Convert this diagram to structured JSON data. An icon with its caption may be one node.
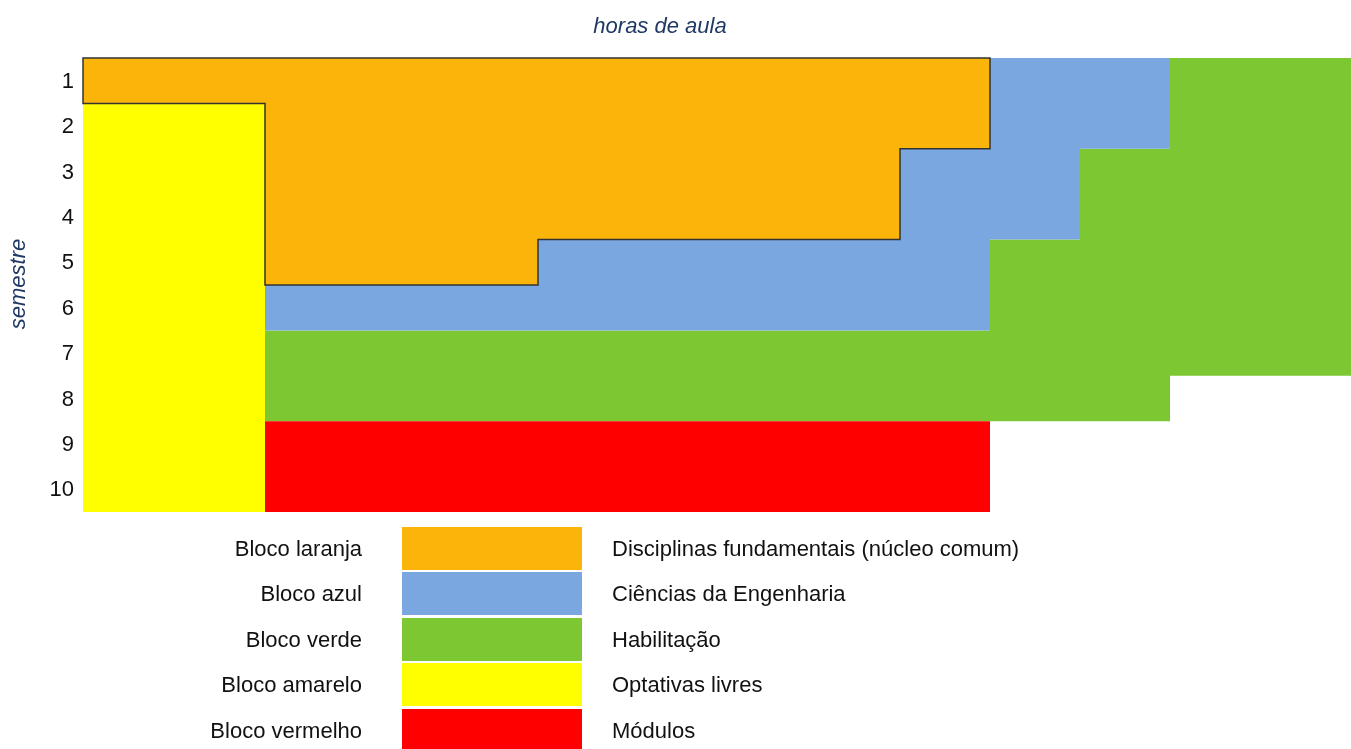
{
  "diagram": {
    "title": "horas de aula",
    "labels": [
      "semestre",
      "1",
      "2",
      "3",
      "4",
      "5",
      "6",
      "7",
      "8",
      "9",
      "10",
      "Bloco laranja",
      "Bloco azul",
      "Bloco verde",
      "Bloco amarelo",
      "Bloco vermelho"
    ],
    "legend": [
      {
        "text": "Disciplinas fundamentais (núcleo comum)",
        "color": "#fbb40a"
      },
      {
        "text": "Ciências da Engenharia",
        "color": "#7ba7e0"
      },
      {
        "text": "Habilitação",
        "color": "#7dc832"
      },
      {
        "text": "Optativas livres",
        "color": "#ffff00"
      },
      {
        "text": "Módulos",
        "color": "#ff0000"
      }
    ]
  }
}
